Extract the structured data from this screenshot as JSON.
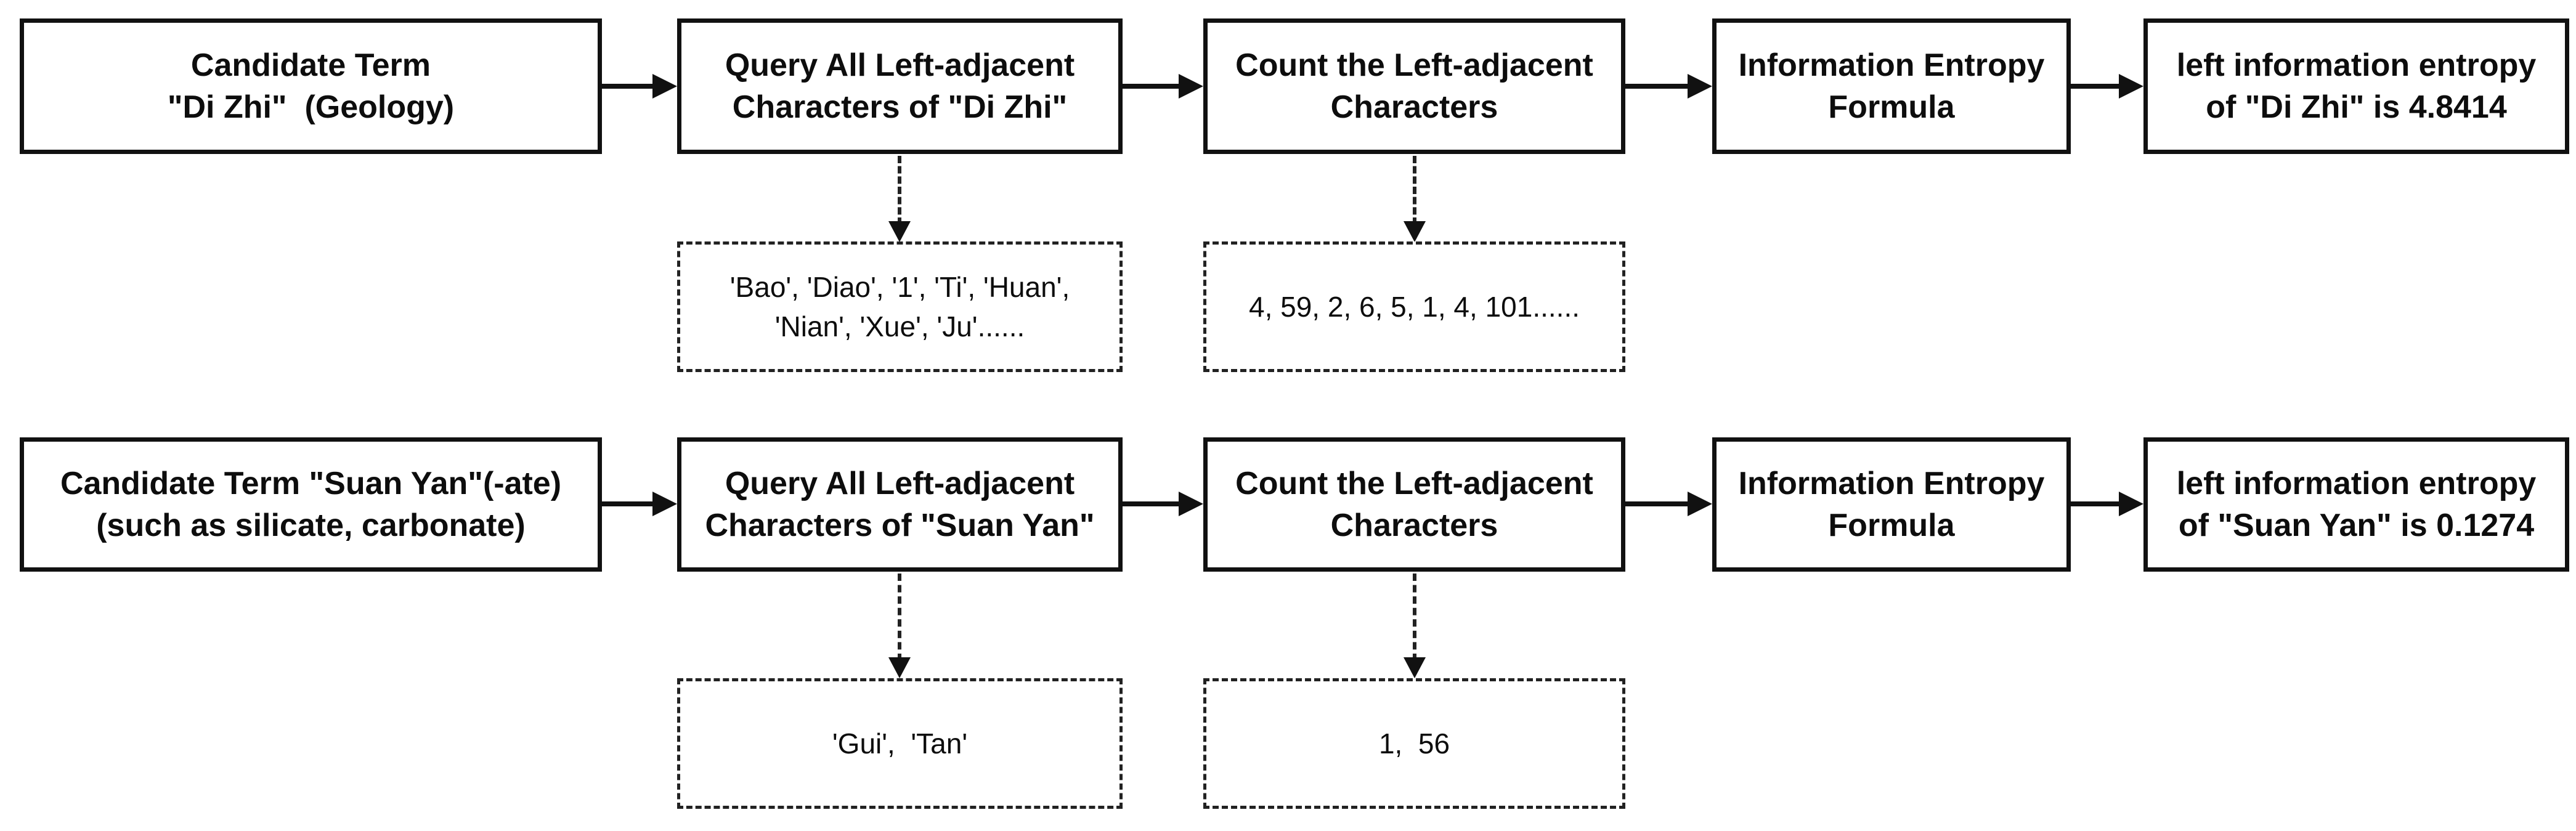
{
  "figure": {
    "background": "#ffffff",
    "line_color": "#111111",
    "description": "Flowchart comparing left information entropy computation for two candidate terms"
  },
  "rows": [
    {
      "boxes": [
        {
          "label": "Candidate Term\n\"Di Zhi\"  (Geology)"
        },
        {
          "label": "Query All Left-adjacent\nCharacters of \"Di Zhi\""
        },
        {
          "label": "Count the Left-adjacent\nCharacters"
        },
        {
          "label": "Information Entropy\nFormula"
        },
        {
          "label": "left information entropy\nof \"Di Zhi\" is 4.8414"
        }
      ],
      "annotations": [
        {
          "text": "'Bao', 'Diao', '1', 'Ti', 'Huan',\n'Nian', 'Xue', 'Ju'......"
        },
        {
          "text": "4, 59, 2, 6, 5, 1, 4, 101......"
        }
      ]
    },
    {
      "boxes": [
        {
          "label": "Candidate Term \"Suan Yan\"(-ate)\n(such as silicate, carbonate)"
        },
        {
          "label": "Query All Left-adjacent\nCharacters of \"Suan Yan\""
        },
        {
          "label": "Count the Left-adjacent\nCharacters"
        },
        {
          "label": "Information Entropy\nFormula"
        },
        {
          "label": "left information entropy\nof \"Suan Yan\" is 0.1274"
        }
      ],
      "annotations": [
        {
          "text": "'Gui',  'Tan'"
        },
        {
          "text": "1,  56"
        }
      ]
    }
  ]
}
